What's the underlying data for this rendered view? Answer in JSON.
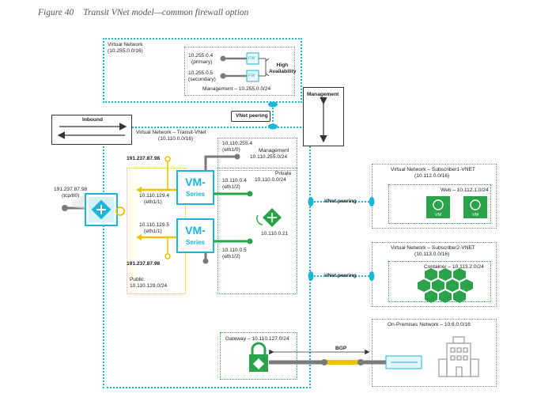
{
  "caption": {
    "figure": "Figure 40",
    "title": "Transit VNet model—common firewall option"
  },
  "mgmt_vnet": {
    "title": "Virtual Network",
    "cidr": "(10.255.0.0/16)",
    "ip_primary": "10.255.0.4",
    "primary_label": "(primary)",
    "ip_secondary": "10.255.0.5",
    "secondary_label": "(secondary)",
    "fw_label": "FW",
    "ha_label": "High Availability",
    "subnet": "Management – 10.255.0.0/24"
  },
  "inbound_label": "Inbound",
  "management_label": "Management",
  "vnet_peering_label": "VNet peering",
  "transit": {
    "title": "Virtual Network – Transit-VNet",
    "cidr": "(10.110.0.0/16)",
    "mgmt_ip": "10.110.255.4",
    "mgmt_if": "(eth1/0)",
    "mgmt_subnet_label": "Management",
    "mgmt_subnet": "10.110.255.0/24",
    "public_ip_top": "191.237.87.98",
    "public_ip_bottom": "191.237.87.98",
    "vm_label": "VM-",
    "vm_label2": "Series",
    "fw1_public_ip": "10.110.129.4",
    "fw1_public_if": "(eth1/1)",
    "fw2_public_ip": "10.110.129.5",
    "fw2_public_if": "(eth1/1)",
    "fw1_private_ip": "10.110.0.4",
    "fw1_private_if": "(eth1/2)",
    "fw2_private_ip": "10.110.0.5",
    "fw2_private_if": "(eth1/2)",
    "private_label": "Private",
    "private_cidr": "10.110.0.0/24",
    "lb_ip": "10.110.0.21",
    "public_label": "Public",
    "public_cidr": "10.110.129.0/24",
    "gateway_subnet": "Gateway – 10.110.127.0/24"
  },
  "external_lb": {
    "ip": "191.237.87.98",
    "port": "(tcp/80)"
  },
  "vnet_peering_1": "VNet peering",
  "vnet_peering_2": "VNet peering",
  "subscriber1": {
    "title": "Virtual Network – Subscriber1-VNET",
    "cidr": "(10.112.0.0/16)",
    "subnet": "Web – 10.112.1.0/24",
    "vm1": "VM",
    "vm2": "VM"
  },
  "subscriber2": {
    "title": "Virtual Network – Subscriber2-VNET",
    "cidr": "(10.113.0.0/16)",
    "subnet": "Container – 10.113.2.0/24"
  },
  "onprem": {
    "title": "On-Premises Network – 10.6.0.0/16"
  },
  "bgp_label": "BGP",
  "colors": {
    "blue": "#1ab6d8",
    "green": "#2aa34a",
    "yellow": "#f2c200",
    "gray": "#7a7a7a"
  }
}
